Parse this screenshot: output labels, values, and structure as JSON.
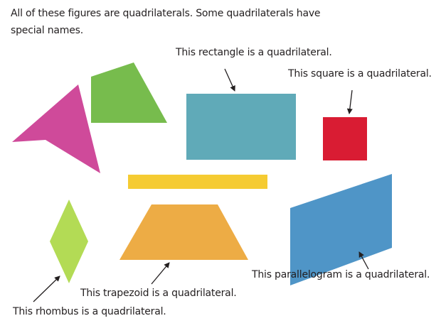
{
  "intro": {
    "line1": "All of these figures are quadrilaterals. Some quadrilaterals have",
    "line2": "special names."
  },
  "labels": {
    "rectangle": "This rectangle is a quadrilateral.",
    "square": "This square is a quadrilateral.",
    "parallelogram": "This parallelogram is a quadrilateral.",
    "trapezoid": "This trapezoid is a quadrilateral.",
    "rhombus": "This rhombus is a quadrilateral."
  },
  "colors": {
    "dart": "#cf4a9a",
    "green_quad": "#77bc4d",
    "rectangle": "#60aab8",
    "square": "#d91c33",
    "bar": "#f5cb32",
    "rhombus": "#b3db55",
    "trapezoid": "#edac45",
    "parallelogram": "#4f95c7"
  }
}
